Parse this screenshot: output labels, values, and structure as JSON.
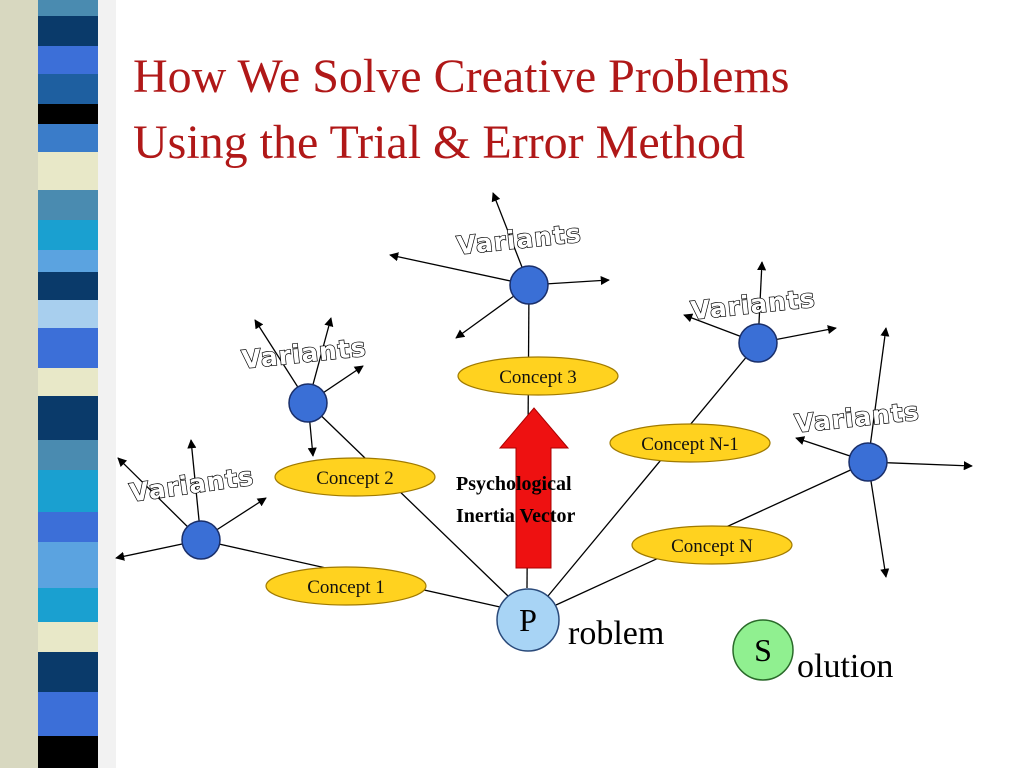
{
  "slide": {
    "title_line_1": "How We Solve Creative Problems",
    "title_line_2": "Using the Trial & Error Method"
  },
  "colors": {
    "title": "#b01818",
    "node_blue": "#3a6fd6",
    "concept_fill": "#ffd21f",
    "arrow_red": "#ee1111",
    "problem_fill": "#a8d4f5",
    "solution_fill": "#90f090"
  },
  "diagram": {
    "concepts": [
      "Concept 1",
      "Concept 2",
      "Concept 3",
      "Concept N-1",
      "Concept N"
    ],
    "variants_label": "Variants",
    "inertia_line_1": "Psychological",
    "inertia_line_2": "Inertia Vector",
    "problem_letter": "P",
    "problem_rest": "roblem",
    "solution_letter": "S",
    "solution_rest": "olution"
  }
}
